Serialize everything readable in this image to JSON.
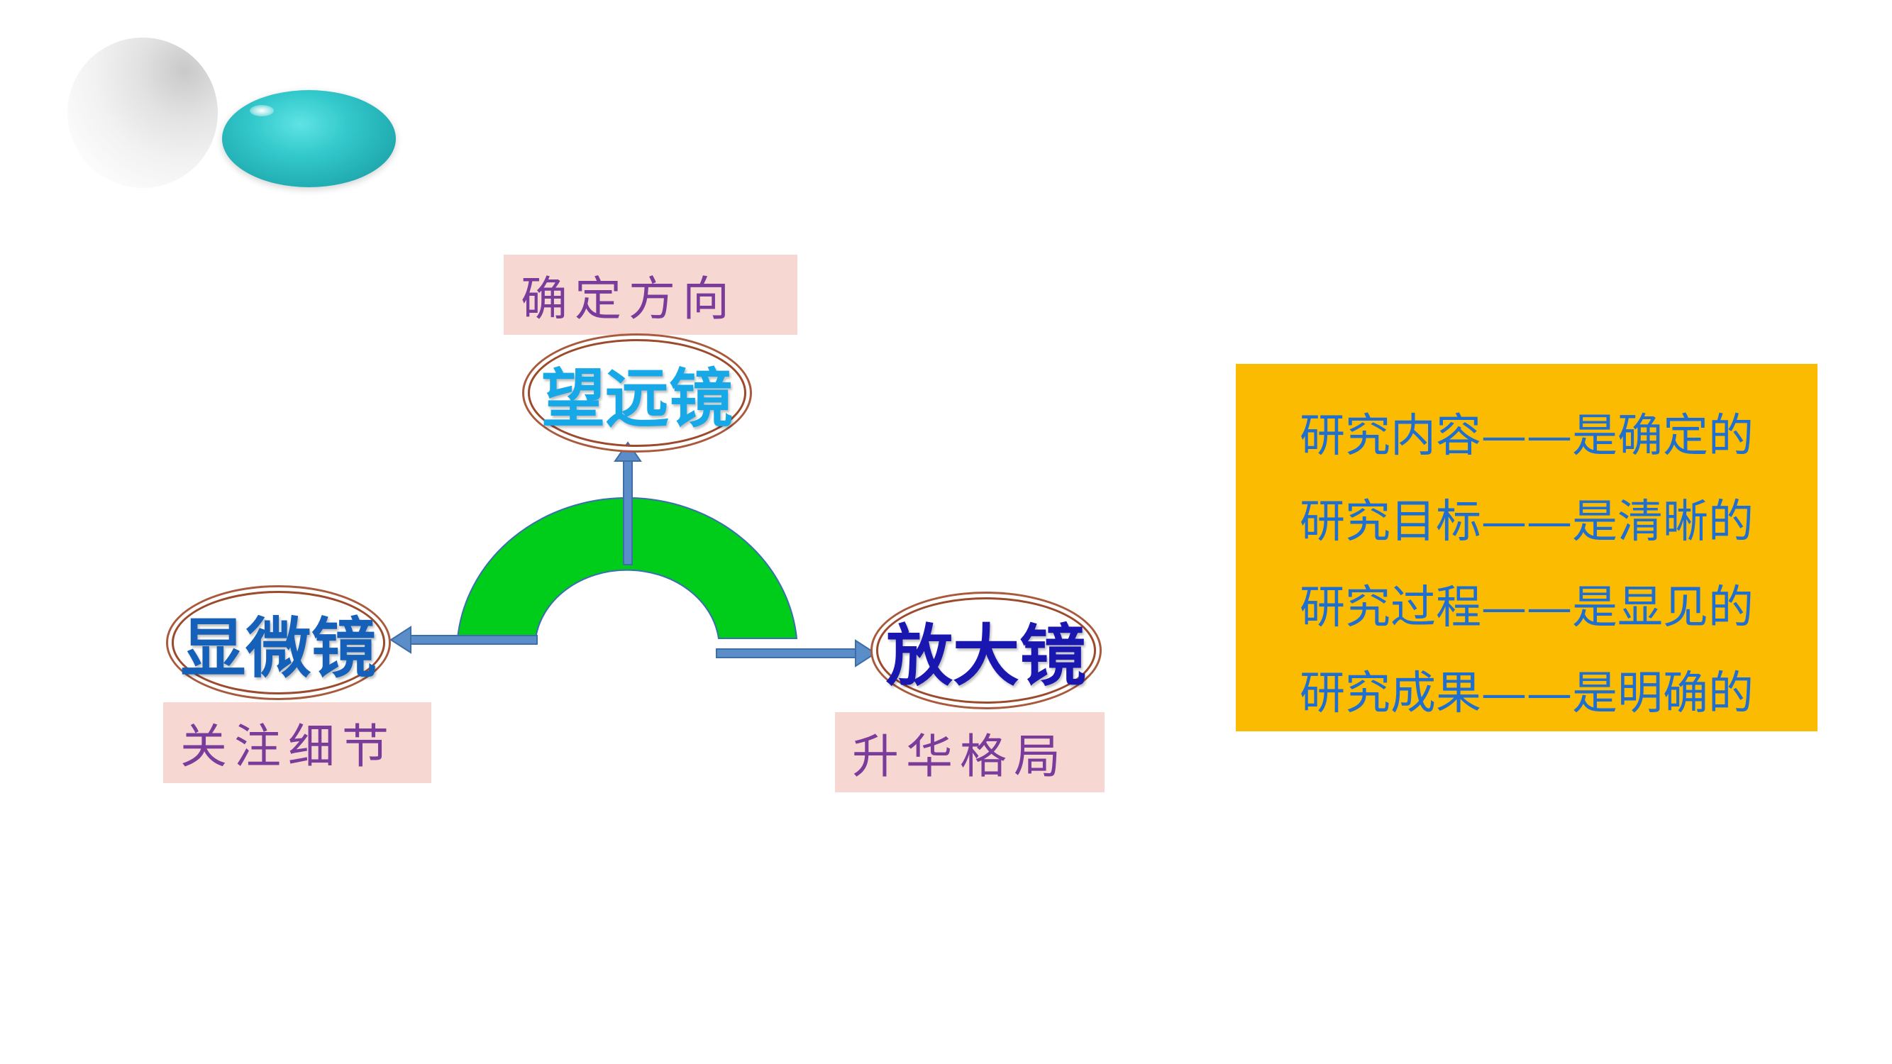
{
  "diagram": {
    "top": {
      "caption": "确定方向",
      "label": "望远镜"
    },
    "left": {
      "caption": "关注细节",
      "label": "显微镜"
    },
    "right": {
      "caption": "升华格局",
      "label": "放大镜"
    }
  },
  "summary": {
    "lines": [
      "研究内容——是确定的",
      "研究目标——是清晰的",
      "研究过程——是显见的",
      "研究成果——是明确的"
    ]
  },
  "colors": {
    "arch": "#00cc1a",
    "arrow": "#5b8dc8",
    "caption_bg": "#f7d7d2",
    "caption_text": "#7a3c9b",
    "summary_bg": "#fbbb00",
    "summary_text": "#1f6fd1",
    "telescope_text": "#17a8e8",
    "microscope_text": "#1560b8",
    "magnifier_text": "#1a17b0"
  }
}
